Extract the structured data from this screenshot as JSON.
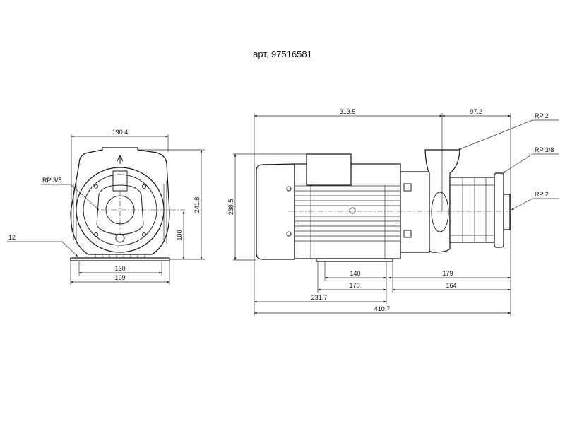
{
  "title": "арт. 97516581",
  "front_view": {
    "width_top": "190.4",
    "inlet_label": "RP 3/8",
    "foot_label": "12",
    "height_total": "241.8",
    "shaft_height": "100",
    "foot_holes": "160",
    "foot_width": "199"
  },
  "side_view": {
    "length_motor": "313.5",
    "length_pump": "97.2",
    "height": "238.5",
    "discharge_label": "RP 2",
    "drain_label": "RP 3/8",
    "suction_label": "RP 2",
    "foot_holes": "140",
    "foot_length": "170",
    "pump_overhang_1": "179",
    "pump_overhang_2": "164",
    "motor_to_foot": "231.7",
    "total_length": "410.7"
  }
}
